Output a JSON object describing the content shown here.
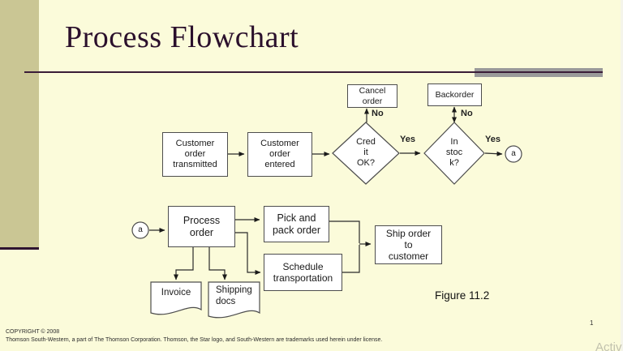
{
  "slide": {
    "title": "Process Flowchart",
    "figure_caption": "Figure 11.2",
    "page_number": "1",
    "watermark": "Activ"
  },
  "flowchart": {
    "nodes": {
      "customer_order_transmitted": "Customer\norder\ntransmitted",
      "customer_order_entered": "Customer\norder\nentered",
      "cancel_order": "Cancel\norder",
      "backorder": "Backorder",
      "credit_ok": "Cred\nit\nOK?",
      "in_stock": "In\nstoc\nk?",
      "process_order": "Process\norder",
      "pick_and_pack": "Pick and\npack order",
      "schedule_transportation": "Schedule\ntransportation",
      "ship_order": "Ship order\nto\ncustomer",
      "invoice": "Invoice",
      "shipping_docs": "Shipping\ndocs",
      "connector_a": "a"
    },
    "edge_labels": {
      "credit_yes": "Yes",
      "credit_no": "No",
      "stock_yes": "Yes",
      "stock_no": "No"
    }
  },
  "footer": {
    "copyright": "COPYRIGHT © 2008",
    "license": "Thomson South-Western, a part of The Thomson Corporation. Thomson, the Star logo, and South-Western are trademarks used herein under license."
  },
  "colors": {
    "background": "#FBFBDA",
    "sidebar": "#CAC694",
    "title_text": "#2B102C",
    "rule": "#3A1C38",
    "accent_bar": "#9A9A9A",
    "node_fill": "#FFFFFF",
    "node_border": "#4D4D4D",
    "connector": "#222222"
  }
}
